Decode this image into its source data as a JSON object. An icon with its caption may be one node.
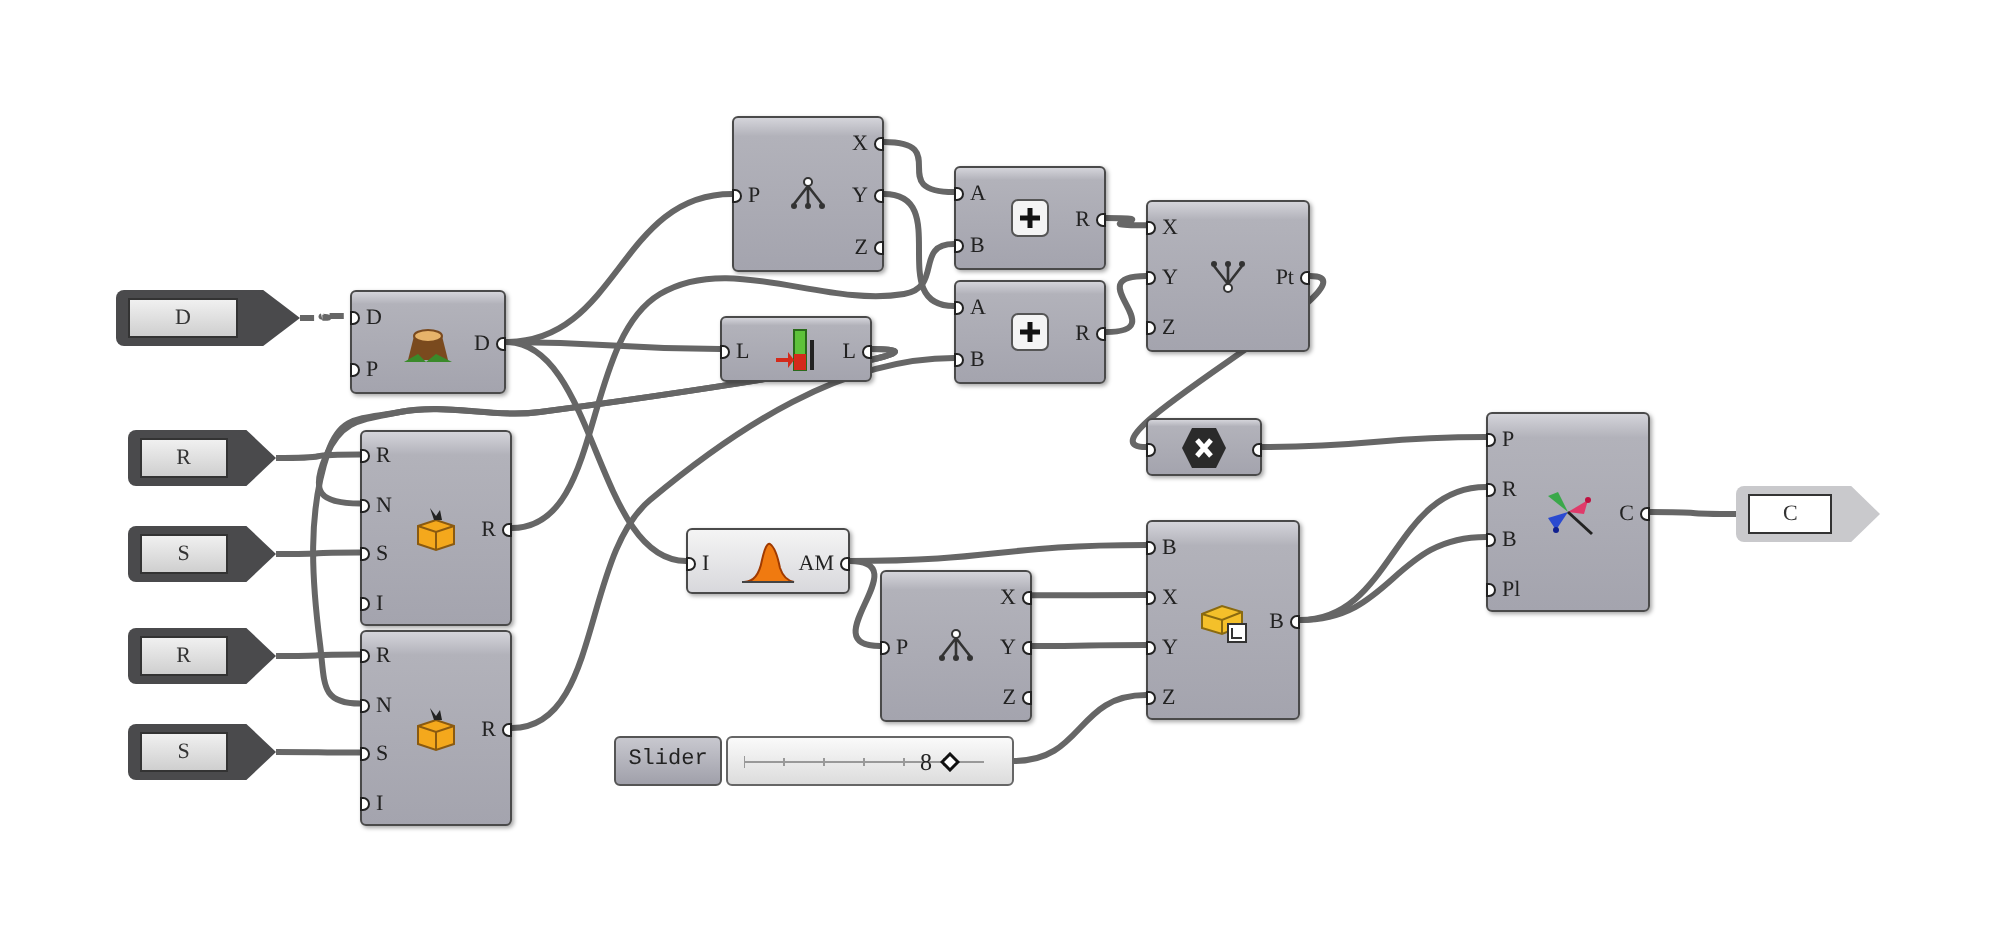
{
  "diagram": {
    "nodes": [
      {
        "text": [
          "D"
        ]
      },
      {
        "text": [
          "D",
          "P",
          "D"
        ]
      },
      {
        "text": [
          "P",
          "X",
          "Y",
          "Z"
        ]
      },
      {
        "text": [
          "L",
          "L"
        ]
      },
      {
        "text": [
          "A",
          "B",
          "R"
        ]
      },
      {
        "text": [
          "A",
          "B",
          "R"
        ]
      },
      {
        "text": [
          "X",
          "Y",
          "Z",
          "Pt"
        ]
      },
      {
        "text": [
          "R"
        ]
      },
      {
        "text": [
          "S"
        ]
      },
      {
        "text": [
          "R"
        ]
      },
      {
        "text": [
          "S"
        ]
      },
      {
        "text": [
          "R",
          "N",
          "S",
          "I",
          "R"
        ]
      },
      {
        "text": [
          "R",
          "N",
          "S",
          "I",
          "R"
        ]
      },
      {
        "text": [
          "I",
          "AM"
        ]
      },
      {
        "text": [
          "P",
          "X",
          "Y",
          "Z"
        ]
      },
      {
        "text": [],
        "shape": "box"
      },
      {
        "text": [
          "B",
          "X",
          "Y",
          "Z",
          "B"
        ]
      },
      {
        "text": [
          "Slider",
          "8"
        ]
      },
      {
        "text": [
          "P",
          "R",
          "B",
          "Pl",
          "C"
        ]
      },
      {
        "text": [
          "C"
        ]
      }
    ],
    "edges": [
      {
        "from": 0,
        "to": 1,
        "arrow": "none",
        "style": "dashed"
      },
      {
        "from": 1,
        "to": 2,
        "arrow": "none"
      },
      {
        "from": 1,
        "to": 3,
        "arrow": "none"
      },
      {
        "from": 1,
        "to": 13,
        "arrow": "none"
      },
      {
        "from": 2,
        "to": 4,
        "arrow": "none"
      },
      {
        "from": 2,
        "to": 5,
        "arrow": "none"
      },
      {
        "from": 11,
        "to": 4,
        "arrow": "none"
      },
      {
        "from": 12,
        "to": 5,
        "arrow": "none"
      },
      {
        "from": 3,
        "to": 11,
        "arrow": "none"
      },
      {
        "from": 3,
        "to": 12,
        "arrow": "none"
      },
      {
        "from": 7,
        "to": 11,
        "arrow": "none"
      },
      {
        "from": 8,
        "to": 11,
        "arrow": "none"
      },
      {
        "from": 9,
        "to": 12,
        "arrow": "none"
      },
      {
        "from": 10,
        "to": 12,
        "arrow": "none"
      },
      {
        "from": 4,
        "to": 6,
        "arrow": "none"
      },
      {
        "from": 5,
        "to": 6,
        "arrow": "none"
      },
      {
        "from": 6,
        "to": 15,
        "arrow": "none"
      },
      {
        "from": 15,
        "to": 18,
        "arrow": "none"
      },
      {
        "from": 13,
        "to": 16,
        "arrow": "none"
      },
      {
        "from": 13,
        "to": 14,
        "arrow": "none"
      },
      {
        "from": 14,
        "to": 16,
        "arrow": "none"
      },
      {
        "from": 14,
        "to": 16,
        "arrow": "none"
      },
      {
        "from": 17,
        "to": 16,
        "arrow": "none"
      },
      {
        "from": 16,
        "to": 18,
        "arrow": "none"
      },
      {
        "from": 16,
        "to": 18,
        "arrow": "none"
      },
      {
        "from": 18,
        "to": 19,
        "arrow": "none"
      }
    ]
  }
}
